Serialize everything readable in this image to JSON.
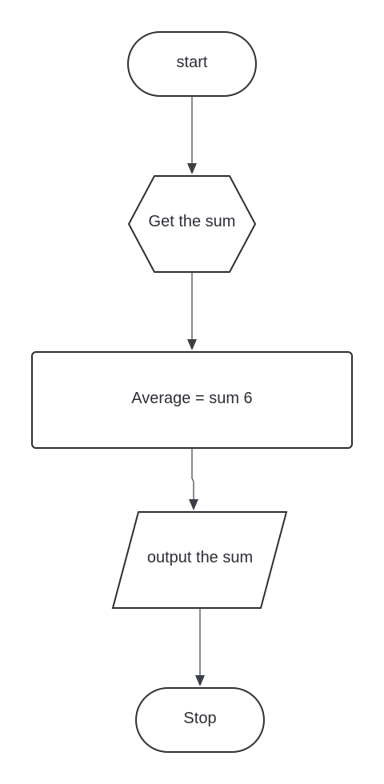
{
  "nodes": {
    "start": "start",
    "get_sum": "Get the sum",
    "average": "Average = sum 6",
    "output": "output the sum",
    "stop": "Stop"
  }
}
